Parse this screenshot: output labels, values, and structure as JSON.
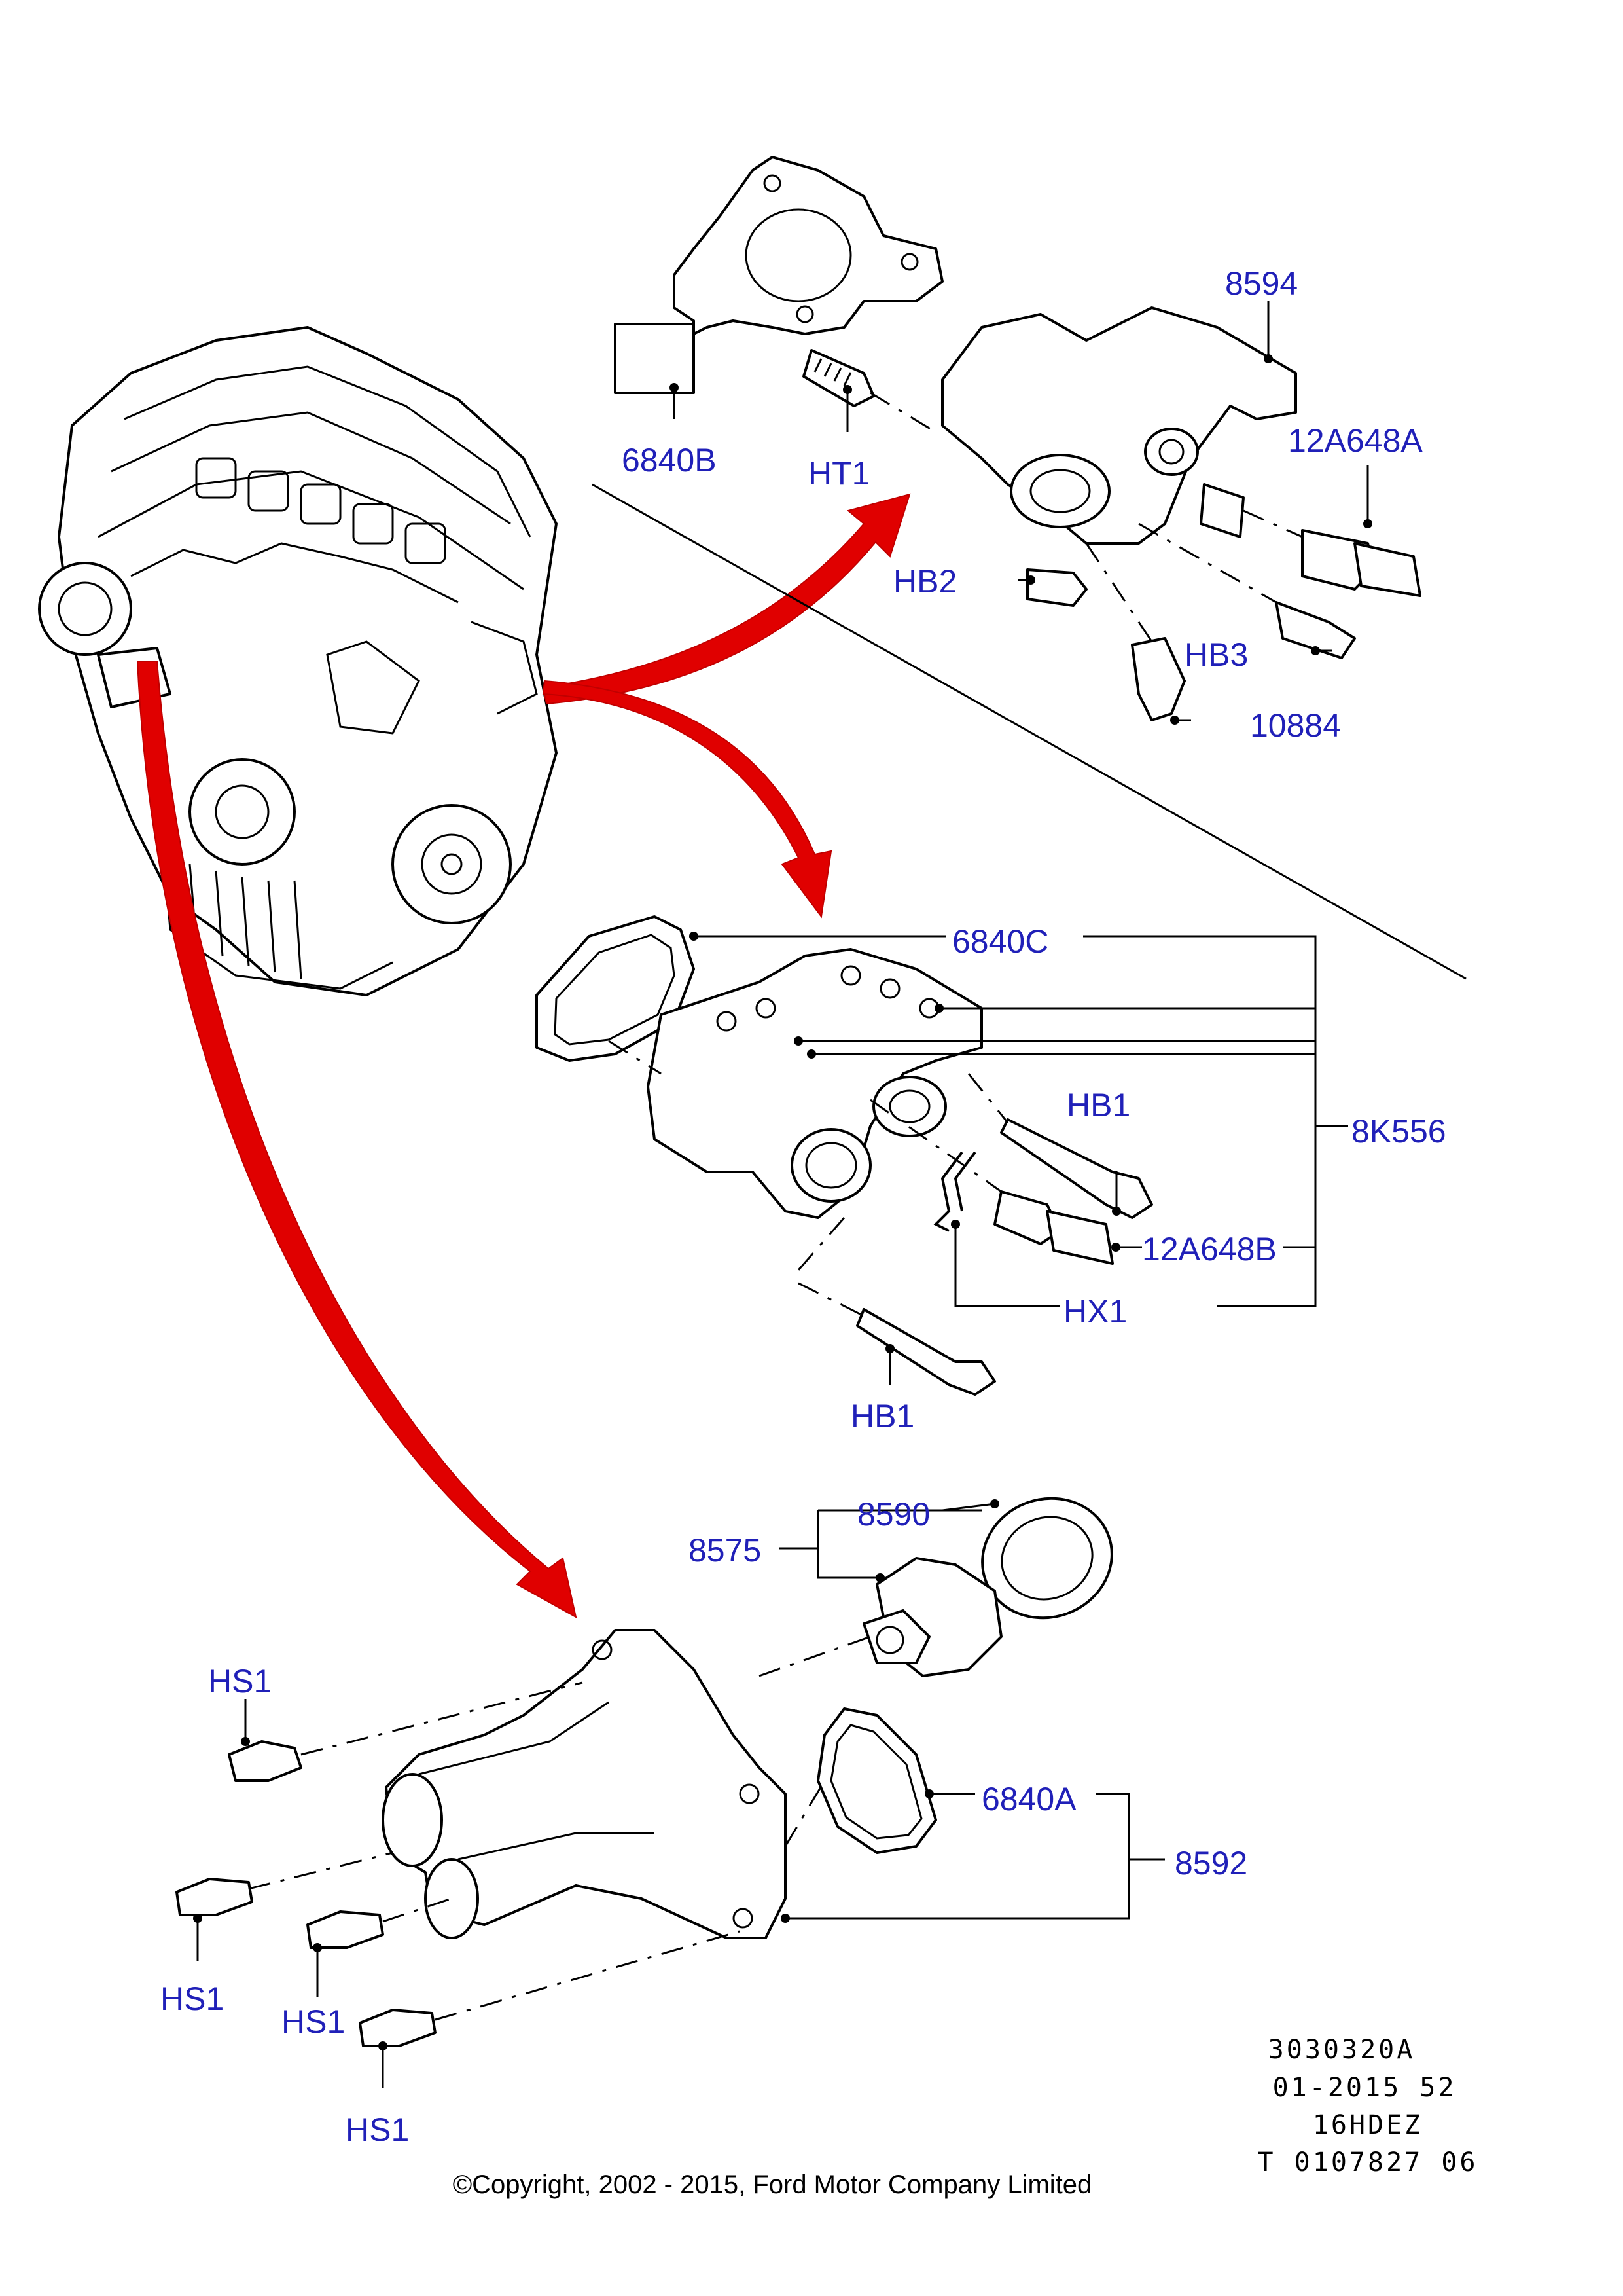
{
  "labels": {
    "p_6840B": "6840B",
    "p_HT1": "HT1",
    "p_8594": "8594",
    "p_12A648A": "12A648A",
    "p_HB2": "HB2",
    "p_HB3": "HB3",
    "p_10884": "10884",
    "p_6840C": "6840C",
    "p_HB1_upper": "HB1",
    "p_8K556": "8K556",
    "p_12A648B": "12A648B",
    "p_HX1": "HX1",
    "p_HB1_lower": "HB1",
    "p_8590": "8590",
    "p_8575": "8575",
    "p_HS1_a": "HS1",
    "p_6840A": "6840A",
    "p_8592": "8592",
    "p_HS1_b": "HS1",
    "p_HS1_c": "HS1",
    "p_HS1_d": "HS1"
  },
  "doc_codes": [
    "3030320A",
    "01-2015 52",
    "16HDEZ",
    "T 0107827 06"
  ],
  "copyright": "©Copyright, 2002 - 2015, Ford Motor Company Limited",
  "colors": {
    "label": "#2020b8",
    "arrow": "#e00000",
    "line": "#000000",
    "background": "#ffffff"
  }
}
